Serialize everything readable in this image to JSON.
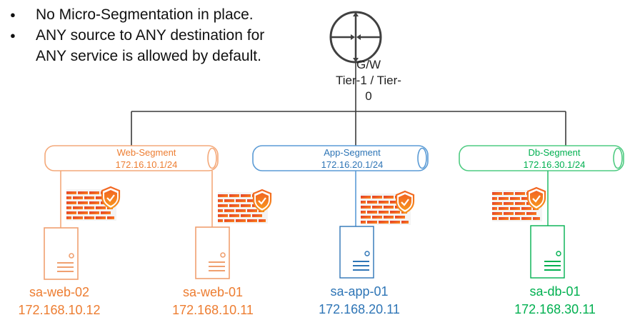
{
  "notes": {
    "bullets": [
      "No Micro-Segmentation in place.",
      "ANY source to ANY destination for ANY service is allowed by default."
    ]
  },
  "gateway": {
    "icon": "router-icon",
    "name": "G/W",
    "tier": "Tier-1 / Tier-0",
    "color": "#404040"
  },
  "segments": [
    {
      "name": "Web-Segment",
      "subnet": "172.16.10.1/24",
      "color": "#ED7D31"
    },
    {
      "name": "App-Segment",
      "subnet": "172.16.20.1/24",
      "color": "#2E75B6"
    },
    {
      "name": "Db-Segment",
      "subnet": "172.16.30.1/24",
      "color": "#00B050"
    }
  ],
  "hosts": [
    {
      "name": "sa-web-02",
      "ip": "172.168.10.12",
      "segment": "Web-Segment",
      "color": "#ED7D31",
      "firewall_icon": "firewall-shield-icon"
    },
    {
      "name": "sa-web-01",
      "ip": "172.168.10.11",
      "segment": "Web-Segment",
      "color": "#ED7D31",
      "firewall_icon": "firewall-shield-icon"
    },
    {
      "name": "sa-app-01",
      "ip": "172.168.20.11",
      "segment": "App-Segment",
      "color": "#2E75B6",
      "firewall_icon": "firewall-shield-icon"
    },
    {
      "name": "sa-db-01",
      "ip": "172.168.30.11",
      "segment": "Db-Segment",
      "color": "#00B050",
      "firewall_icon": "firewall-shield-icon"
    }
  ]
}
